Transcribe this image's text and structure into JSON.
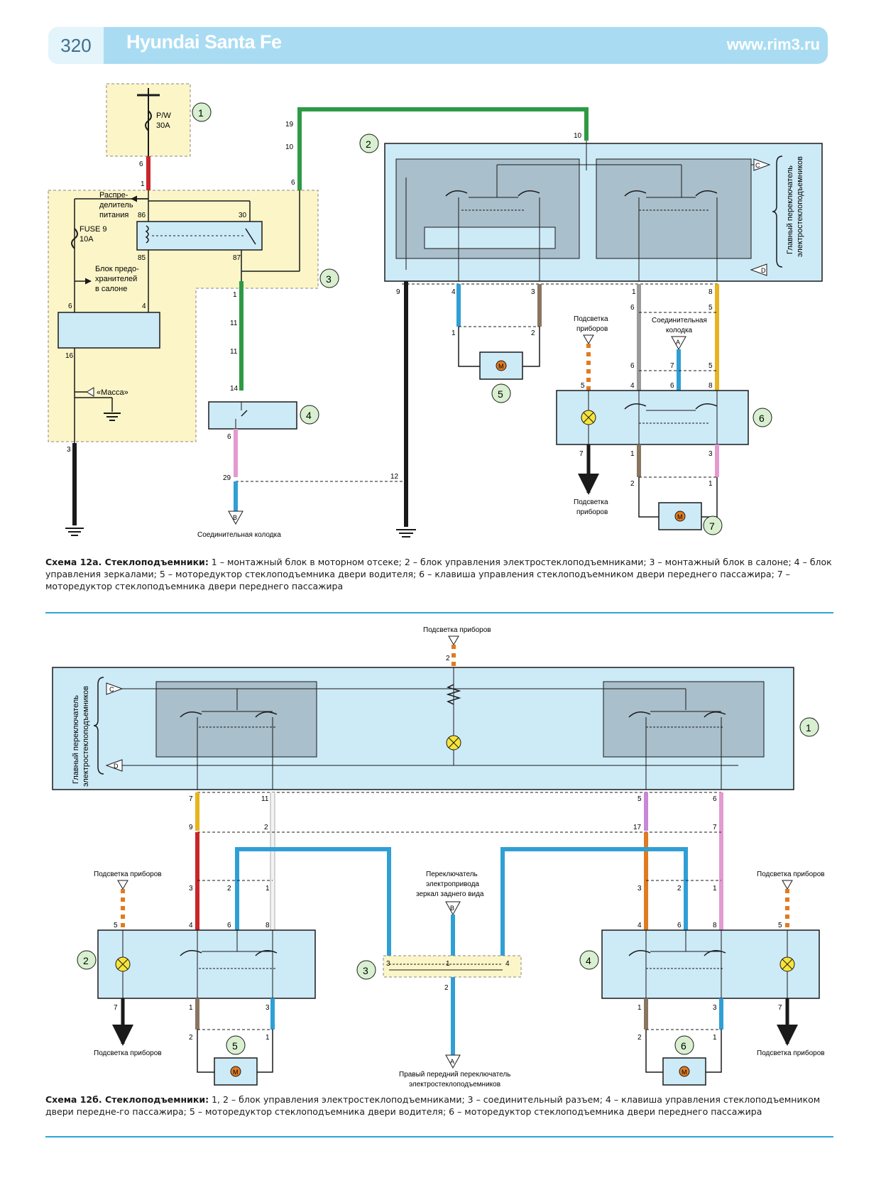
{
  "header": {
    "page_number": "320",
    "title": "Hyundai Santa Fe",
    "site": "www.rim3.ru"
  },
  "diagram_a": {
    "callouts": [
      "1",
      "2",
      "3",
      "4",
      "5",
      "6",
      "7"
    ],
    "fuse_pw_name": "P/W",
    "fuse_pw_rating": "30A",
    "fuse9_name": "FUSE 9",
    "fuse9_rating": "10A",
    "power_distributor": [
      "Распре-",
      "делитель",
      "питания"
    ],
    "fuse_box_cabin": [
      "Блок предо-",
      "хранителей",
      "в салоне"
    ],
    "ground_label": "«Масса»",
    "relay_pins": [
      "86",
      "30",
      "85",
      "87"
    ],
    "pins": {
      "fuse_out": "6",
      "block3_in": "1",
      "block_left6": "6",
      "block_left4": "4",
      "block_left16": "16",
      "ground3": "3",
      "g19": "19",
      "g10": "10",
      "g6": "6",
      "sw10": "10",
      "r1": "1",
      "r11a": "11",
      "r11b": "11",
      "m14": "14",
      "m6": "6",
      "j29": "29",
      "j12": "12",
      "sw9": "9",
      "sw4": "4",
      "sw3": "3",
      "sw1": "1",
      "sw8": "8",
      "mot_1": "1",
      "mot_2": "2",
      "c6": "6",
      "c5": "5",
      "p6a": "6",
      "p7": "7",
      "p5a": "5",
      "k5": "5",
      "k4": "4",
      "k6": "6",
      "k8": "8",
      "k7": "7",
      "k1": "1",
      "k3": "3",
      "m7_2": "2",
      "m7_1": "1"
    },
    "connector_c": "C",
    "connector_d": "D",
    "connector_a": "A",
    "connector_b": "B",
    "main_switch_label": [
      "Главный переключатель",
      "электростеклоподъемников"
    ],
    "joint_connector": [
      "Соединительная",
      "колодка"
    ],
    "joint_connector_b": "Соединительная колодка",
    "instrument_light": [
      "Подсветка",
      "приборов"
    ],
    "motor_symbol": "M"
  },
  "caption_a": {
    "title": "Схема 12а. Стеклоподъемники:",
    "text": " 1 – монтажный блок в моторном отсеке; 2 – блок управления электростеклоподъемниками; 3 – монтажный блок в салоне; 4 – блок управления зеркалами; 5 – моторедуктор стеклоподъемника двери водителя; 6 – клавиша управления стеклоподъемником двери переднего пассажира; 7 – моторедуктор стеклоподъемника двери переднего пассажира"
  },
  "diagram_b": {
    "callouts": [
      "1",
      "2",
      "3",
      "4",
      "5",
      "6"
    ],
    "instrument_light": "Подсветка приборов",
    "main_switch_label": [
      "Главный переключатель",
      "электростеклоподъемников"
    ],
    "connector_c": "C",
    "connector_d": "D",
    "connector_a": "A",
    "connector_b": "B",
    "mirror_switch": [
      "Переключатель",
      "электропривода",
      "зеркал заднего вида"
    ],
    "right_front_switch": [
      "Правый передний переключатель",
      "электростеклоподъемников"
    ],
    "pins": {
      "top2": "2",
      "p7": "7",
      "p11": "11",
      "p5": "5",
      "p6": "6",
      "l9": "9",
      "l2": "2",
      "r17": "17",
      "r7": "7",
      "l3": "3",
      "l2b": "2",
      "l1": "1",
      "r3": "3",
      "r2": "2",
      "r1": "1",
      "u5": "5",
      "u4": "4",
      "u6": "6",
      "u8": "8",
      "v8": "8",
      "v6": "6",
      "v4": "4",
      "v5": "5",
      "u7": "7",
      "u1": "1",
      "u3": "3",
      "v1": "1",
      "v3": "3",
      "v7": "7",
      "ml2": "2",
      "ml1": "1",
      "mr2": "2",
      "mr1": "1",
      "j3": "3",
      "j1": "1",
      "j4": "4",
      "j2": "2"
    },
    "motor_symbol": "M"
  },
  "caption_b": {
    "title": "Схема 12б. Стеклоподъемники:",
    "text": " 1, 2 – блок управления электростеклоподъемниками; 3 – соединительный разъем; 4 – клавиша управления стеклоподъемником двери передне-го пассажира; 5 – моторедуктор стеклоподъемника двери водителя; 6 – моторедуктор стеклоподъемника двери переднего пассажира"
  },
  "colors": {
    "header": "#a9dcf2",
    "module_fill": "#cdeaf7",
    "switch_fill": "#a9bfcb",
    "fuse_fill": "#fbf5c8",
    "wire_green": "#2e9a45",
    "wire_red": "#c8262b",
    "wire_blue": "#2f9fd6",
    "wire_brown": "#8a7560",
    "wire_grey": "#9a9a9a",
    "wire_yellow": "#e7b321",
    "wire_pink": "#e49ad0",
    "wire_orange": "#e07b1f",
    "wire_white": "#f3f3f3",
    "wire_black": "#1a1a1a"
  }
}
